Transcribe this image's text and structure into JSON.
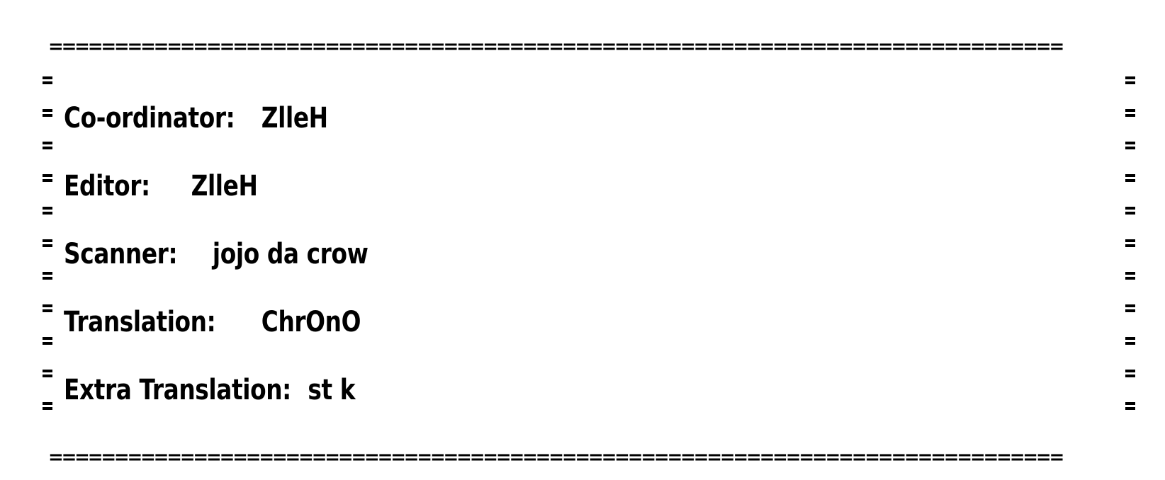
{
  "credits": {
    "border_top": "=============================================================================",
    "border_bottom": "=============================================================================",
    "rows": [
      {
        "label": "Co-ordinator:",
        "value": "ZlleH"
      },
      {
        "label": "Editor:",
        "value": "ZlleH"
      },
      {
        "label": "Scanner:",
        "value": "jojo da crow"
      },
      {
        "label": "Translation:",
        "value": "ChrOnO"
      },
      {
        "label": "Extra Translation:",
        "value": "st k"
      }
    ]
  }
}
